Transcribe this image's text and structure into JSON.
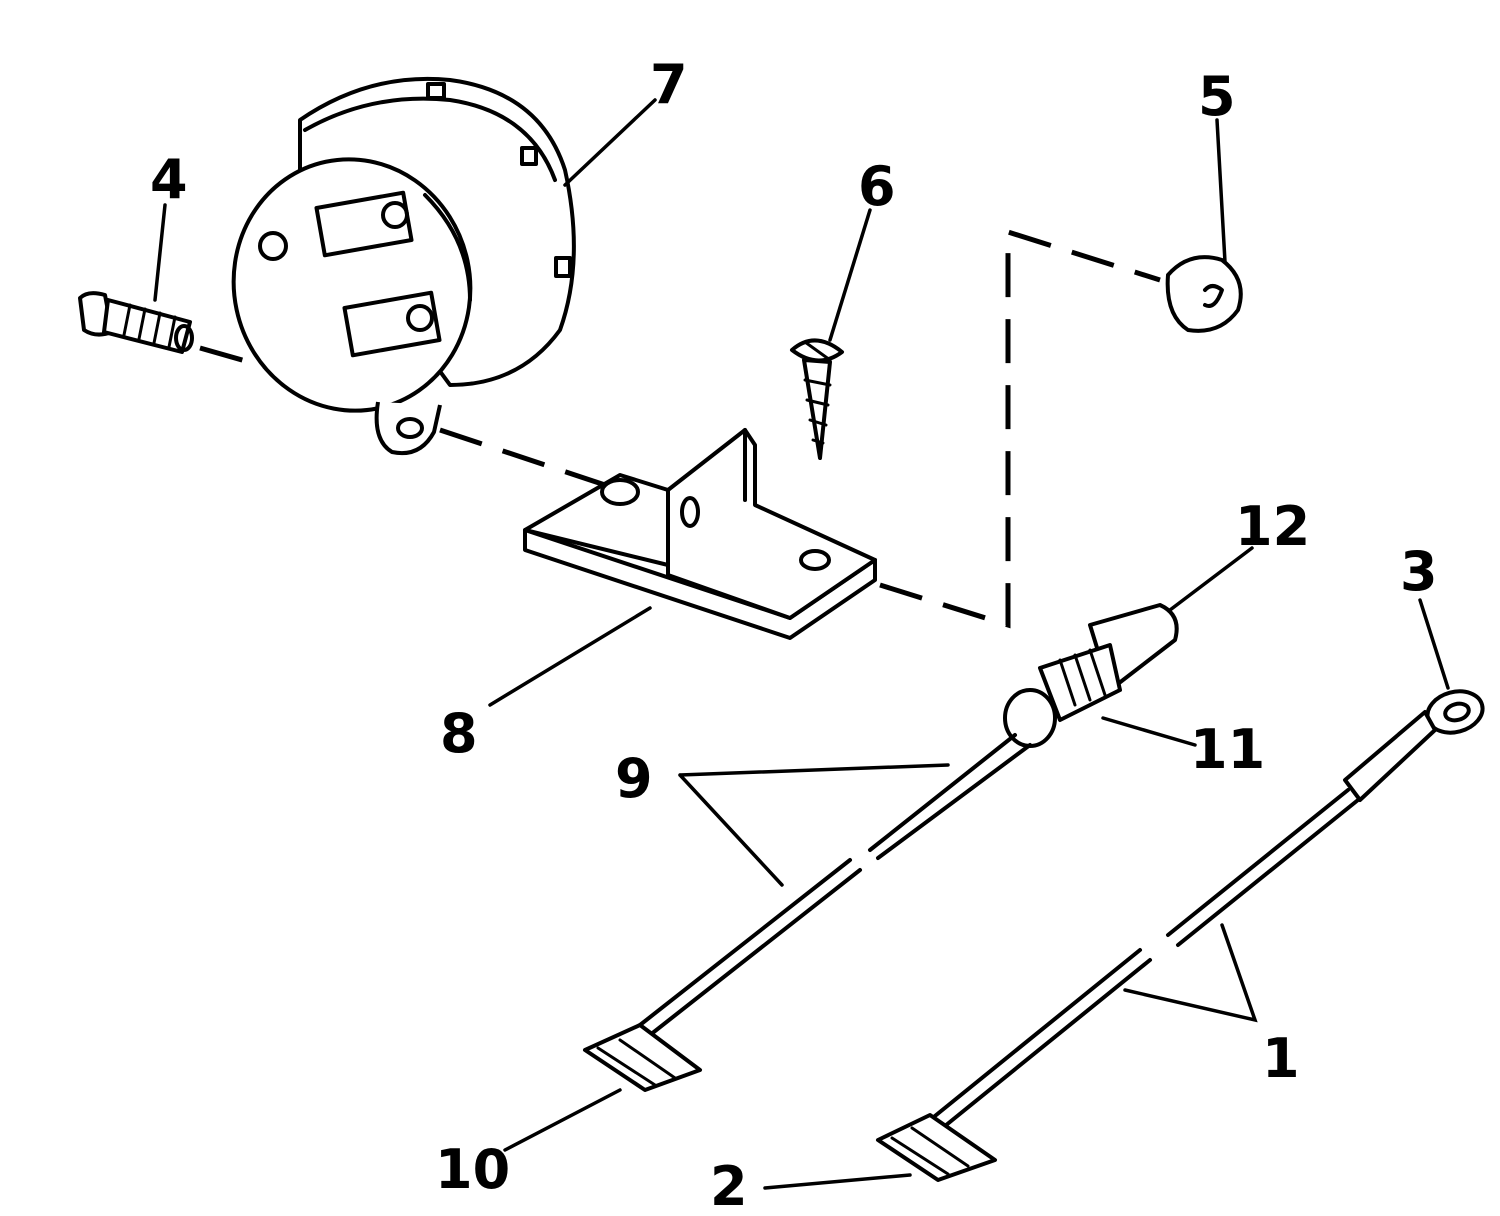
{
  "callouts": {
    "n1": "1",
    "n2": "2",
    "n3": "3",
    "n4": "4",
    "n5": "5",
    "n6": "6",
    "n7": "7",
    "n8": "8",
    "n9": "9",
    "n10": "10",
    "n11": "11",
    "n12": "12"
  },
  "colors": {
    "ink": "#000000",
    "paper": "#ffffff"
  }
}
